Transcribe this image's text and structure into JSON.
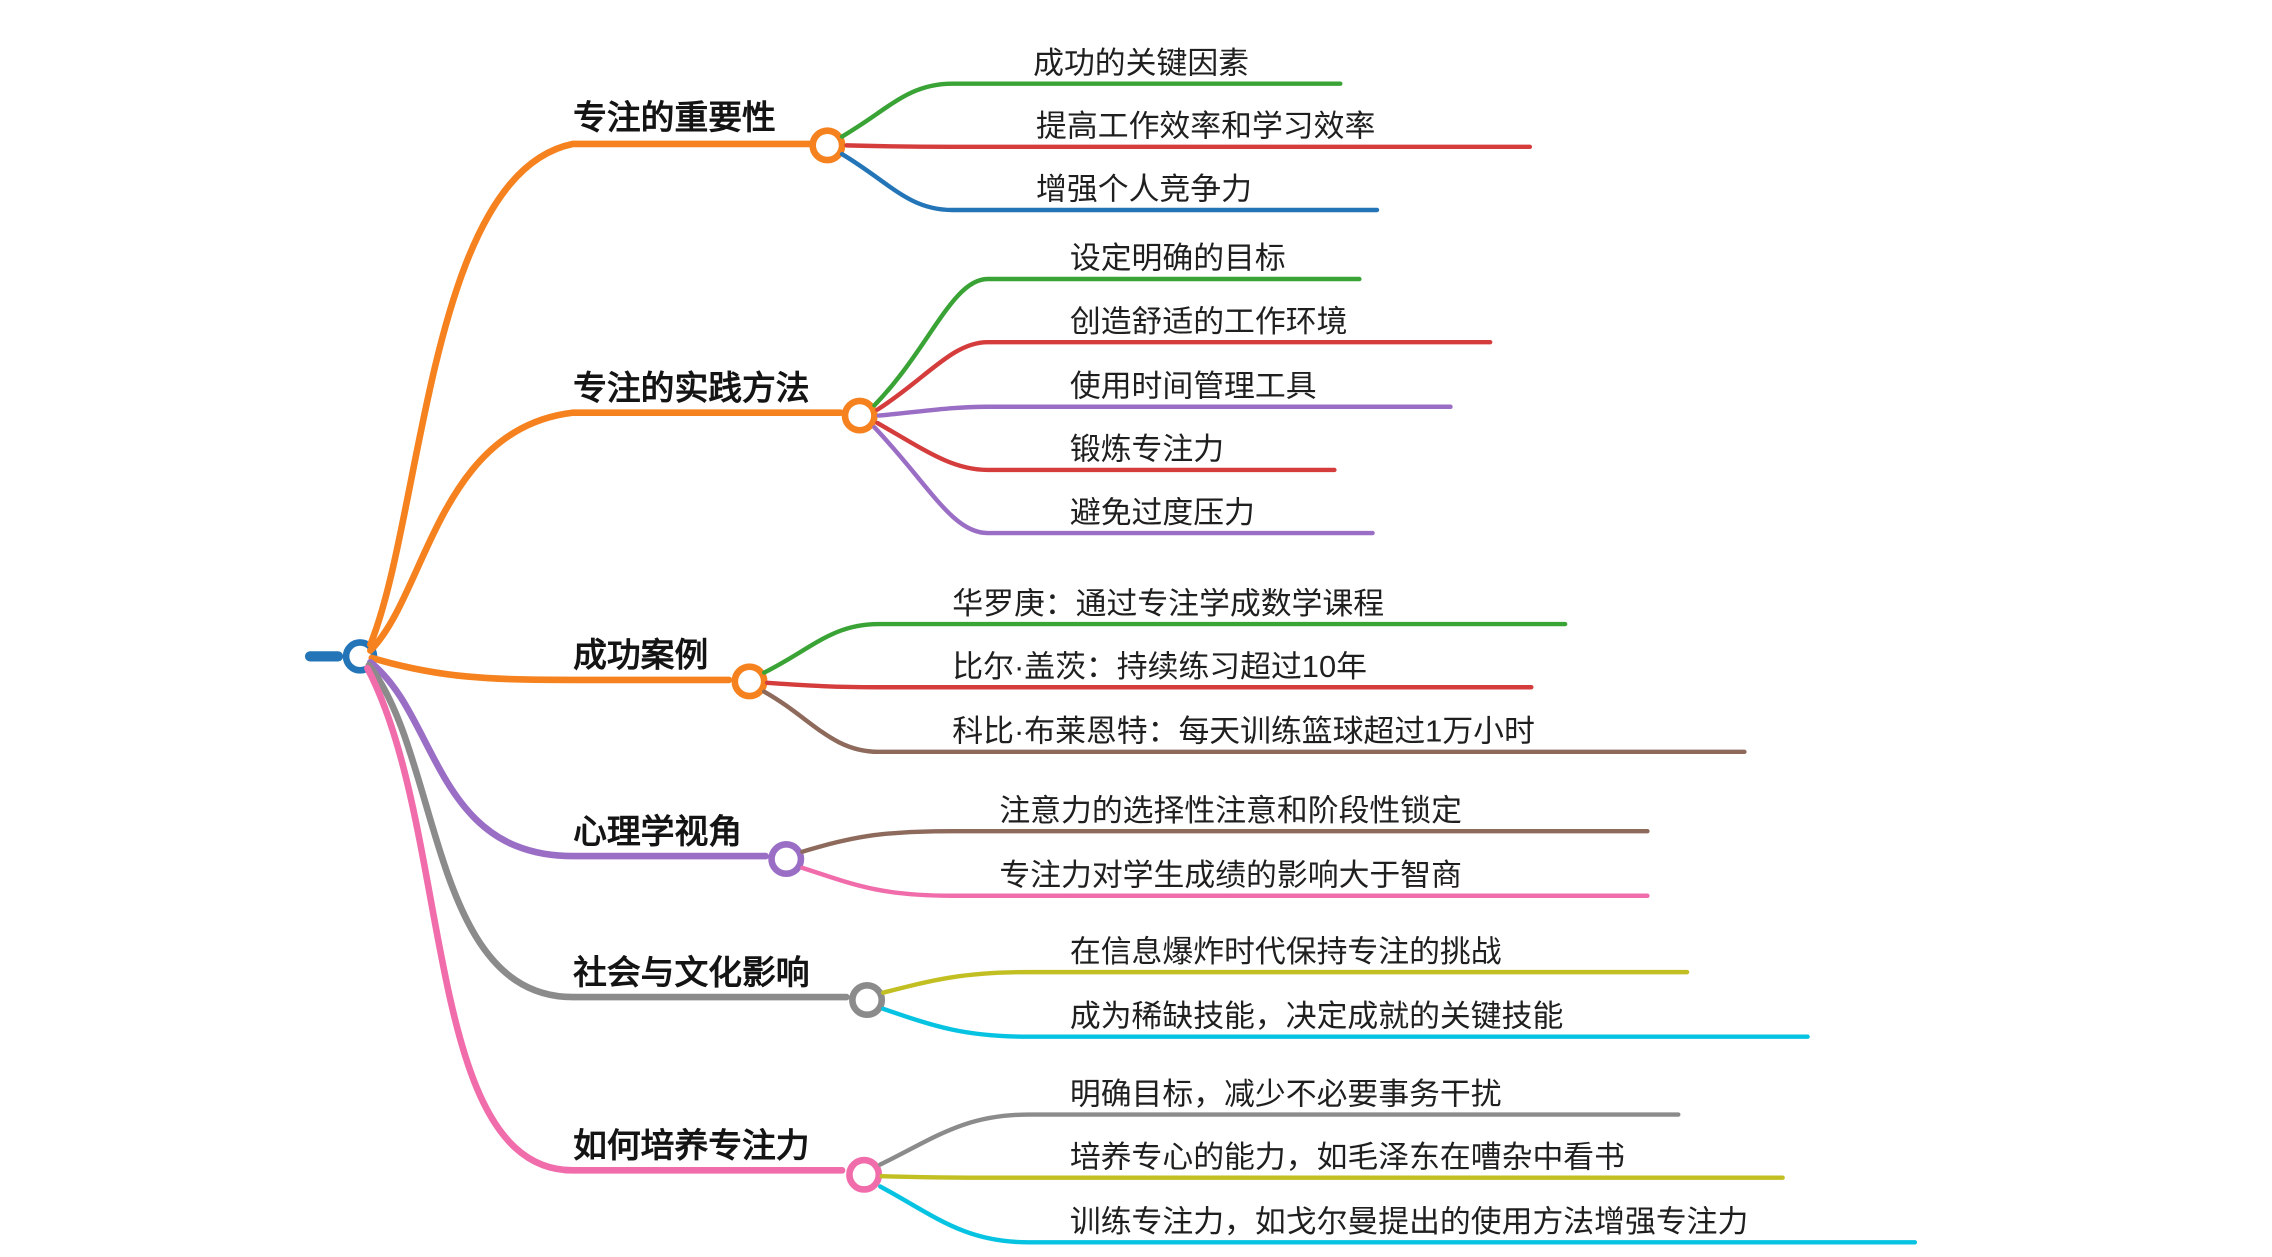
{
  "root": {
    "color": "#2475b8"
  },
  "branches": [
    {
      "label": "专注的重要性",
      "color": "#f5821f",
      "children": [
        {
          "label": "成功的关键因素",
          "color": "#3aa335"
        },
        {
          "label": "提高工作效率和学习效率",
          "color": "#d53c3c"
        },
        {
          "label": "增强个人竞争力",
          "color": "#2475b8"
        }
      ]
    },
    {
      "label": "专注的实践方法",
      "color": "#f5821f",
      "children": [
        {
          "label": "设定明确的目标",
          "color": "#3aa335"
        },
        {
          "label": "创造舒适的工作环境",
          "color": "#d53c3c"
        },
        {
          "label": "使用时间管理工具",
          "color": "#9b6ec6"
        },
        {
          "label": "锻炼专注力",
          "color": "#d53c3c"
        },
        {
          "label": "避免过度压力",
          "color": "#9b6ec6"
        }
      ]
    },
    {
      "label": "成功案例",
      "color": "#f5821f",
      "children": [
        {
          "label": "华罗庚：通过专注学成数学课程",
          "color": "#3aa335"
        },
        {
          "label": "比尔·盖茨：持续练习超过10年",
          "color": "#d53c3c"
        },
        {
          "label": "科比·布莱恩特：每天训练篮球超过1万小时",
          "color": "#8d6a5c"
        }
      ]
    },
    {
      "label": "心理学视角",
      "color": "#9b6ec6",
      "children": [
        {
          "label": "注意力的选择性注意和阶段性锁定",
          "color": "#8d6a5c"
        },
        {
          "label": "专注力对学生成绩的影响大于智商",
          "color": "#f06cab"
        }
      ]
    },
    {
      "label": "社会与文化影响",
      "color": "#8b8b8b",
      "children": [
        {
          "label": "在信息爆炸时代保持专注的挑战",
          "color": "#c2bf22"
        },
        {
          "label": "成为稀缺技能，决定成就的关键技能",
          "color": "#06c3e2"
        }
      ]
    },
    {
      "label": "如何培养专注力",
      "color": "#f06cab",
      "children": [
        {
          "label": "明确目标，减少不必要事务干扰",
          "color": "#8b8b8b"
        },
        {
          "label": "培养专心的能力，如毛泽东在嘈杂中看书",
          "color": "#c2bf22"
        },
        {
          "label": "训练专注力，如戈尔曼提出的使用方法增强专注力",
          "color": "#06c3e2"
        }
      ]
    }
  ]
}
